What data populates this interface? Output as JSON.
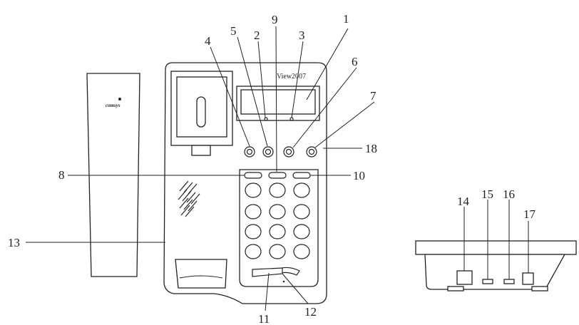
{
  "brand": "comsys",
  "model": "View2007",
  "keys_top": [
    "",
    "",
    "",
    ""
  ],
  "label_numbers": [
    "1",
    "2",
    "3",
    "4",
    "5",
    "6",
    "7",
    "8",
    "9",
    "10",
    "11",
    "12",
    "13",
    "14",
    "15",
    "16",
    "17",
    "18"
  ]
}
